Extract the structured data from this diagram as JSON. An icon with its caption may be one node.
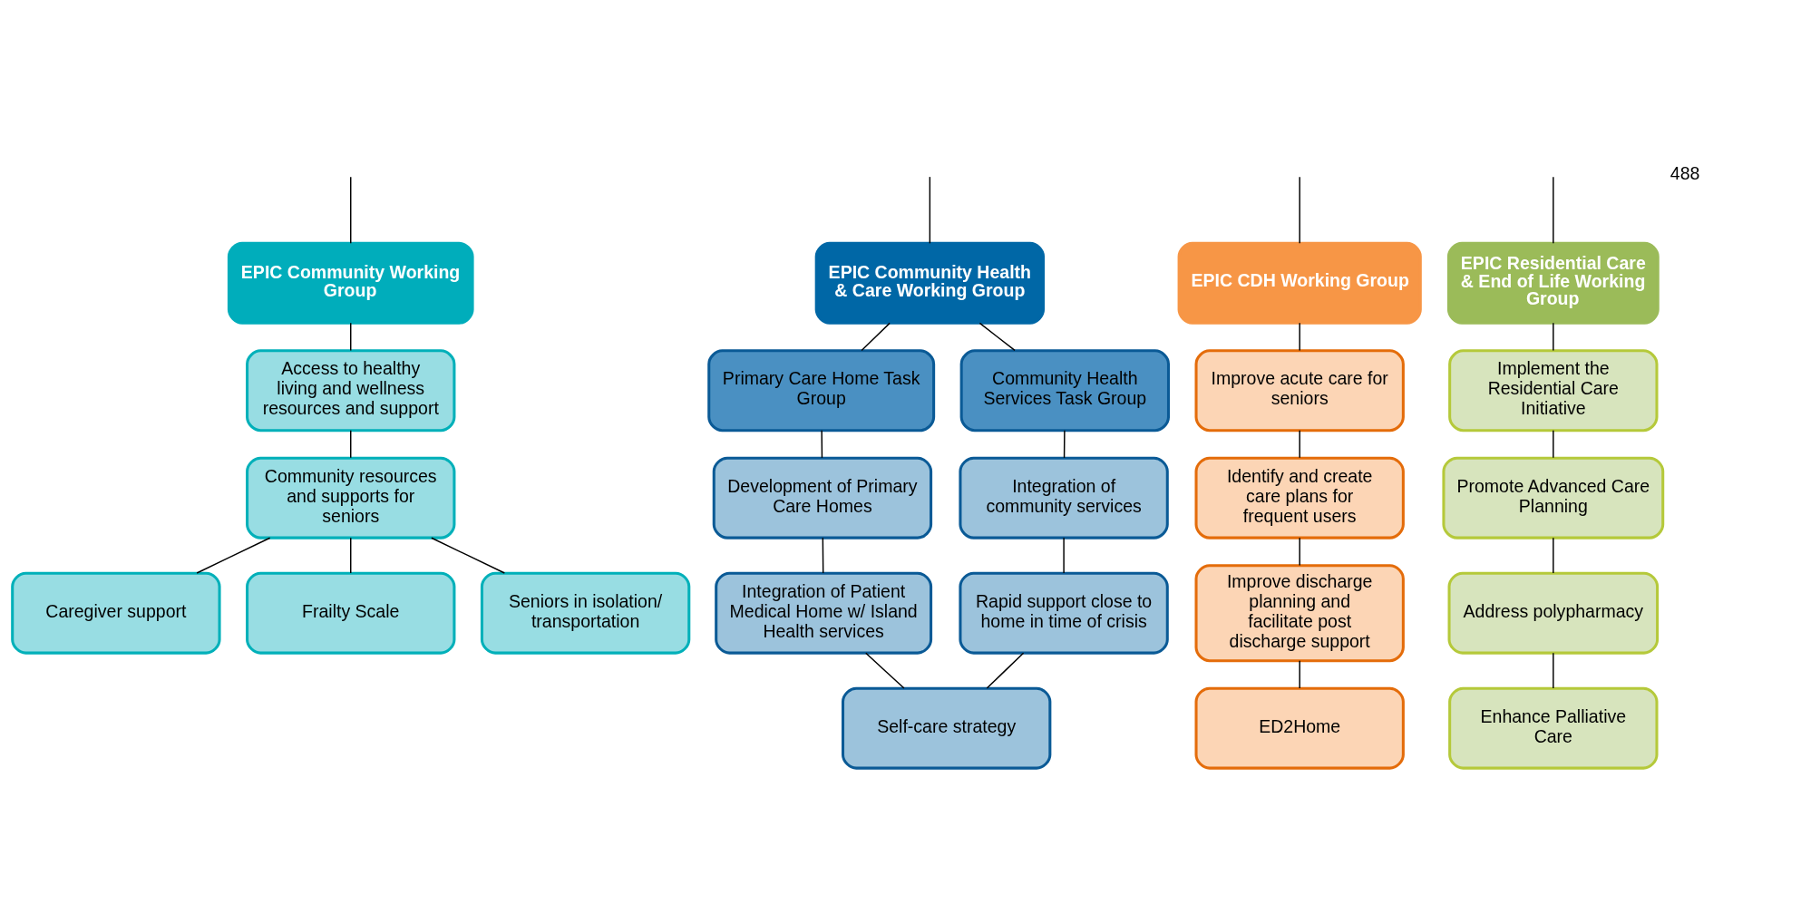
{
  "diagram": {
    "nodes": [
      {
        "text": [
          "EPIC Community Working Group"
        ]
      },
      {
        "text": [
          "Access to healthy living and wellness resources and support"
        ]
      },
      {
        "text": [
          "Community resources and supports for seniors"
        ]
      },
      {
        "text": [
          "Caregiver support"
        ]
      },
      {
        "text": [
          "Frailty Scale"
        ]
      },
      {
        "text": [
          "Seniors in isolation/ transportation"
        ]
      },
      {
        "text": [
          "EPIC Community Health & Care Working Group"
        ]
      },
      {
        "text": [
          "Primary Care Home Task Group"
        ]
      },
      {
        "text": [
          "Community Health Services Task Group"
        ]
      },
      {
        "text": [
          "Development of Primary Care Homes"
        ]
      },
      {
        "text": [
          "Integration of community services"
        ]
      },
      {
        "text": [
          "Integration of Patient Medical Home w/ Island Health services"
        ]
      },
      {
        "text": [
          "Rapid support close to home in time of crisis"
        ]
      },
      {
        "text": [
          "Self-care strategy"
        ]
      },
      {
        "text": [
          "EPIC CDH Working Group"
        ]
      },
      {
        "text": [
          "Improve acute care for seniors"
        ]
      },
      {
        "text": [
          "Identify and create care plans for frequent users"
        ]
      },
      {
        "text": [
          "Improve discharge planning and facilitate post discharge support"
        ]
      },
      {
        "text": [
          "ED2Home"
        ]
      },
      {
        "text": [
          "EPIC Residential Care & End of Life Working Group"
        ]
      },
      {
        "text": [
          "Implement the Residential Care Initiative"
        ]
      },
      {
        "text": [
          "Promote Advanced Care Planning"
        ]
      },
      {
        "text": [
          "Address polypharmacy"
        ]
      },
      {
        "text": [
          "Enhance Palliative Care"
        ]
      }
    ],
    "edges": [
      {
        "from": null,
        "to": 0,
        "arrow": "none"
      },
      {
        "from": null,
        "to": 6,
        "arrow": "none"
      },
      {
        "from": null,
        "to": 14,
        "arrow": "none"
      },
      {
        "from": null,
        "to": 19,
        "arrow": "none"
      },
      {
        "from": 0,
        "to": 1,
        "arrow": "none"
      },
      {
        "from": 1,
        "to": 2,
        "arrow": "none"
      },
      {
        "from": 2,
        "to": 3,
        "arrow": "none"
      },
      {
        "from": 2,
        "to": 4,
        "arrow": "none"
      },
      {
        "from": 2,
        "to": 5,
        "arrow": "none"
      },
      {
        "from": 6,
        "to": 7,
        "arrow": "none"
      },
      {
        "from": 6,
        "to": 8,
        "arrow": "none"
      },
      {
        "from": 7,
        "to": 9,
        "arrow": "none"
      },
      {
        "from": 8,
        "to": 10,
        "arrow": "none"
      },
      {
        "from": 9,
        "to": 11,
        "arrow": "none"
      },
      {
        "from": 10,
        "to": 12,
        "arrow": "none"
      },
      {
        "from": 11,
        "to": 13,
        "arrow": "none"
      },
      {
        "from": 12,
        "to": 13,
        "arrow": "none"
      },
      {
        "from": 14,
        "to": 15,
        "arrow": "none"
      },
      {
        "from": 15,
        "to": 16,
        "arrow": "none"
      },
      {
        "from": 16,
        "to": 17,
        "arrow": "none"
      },
      {
        "from": 17,
        "to": 18,
        "arrow": "none"
      },
      {
        "from": 19,
        "to": 20,
        "arrow": "none"
      },
      {
        "from": 20,
        "to": 21,
        "arrow": "none"
      },
      {
        "from": 21,
        "to": 22,
        "arrow": "none"
      },
      {
        "from": 22,
        "to": 23,
        "arrow": "none"
      }
    ],
    "labels": [
      "488"
    ]
  }
}
